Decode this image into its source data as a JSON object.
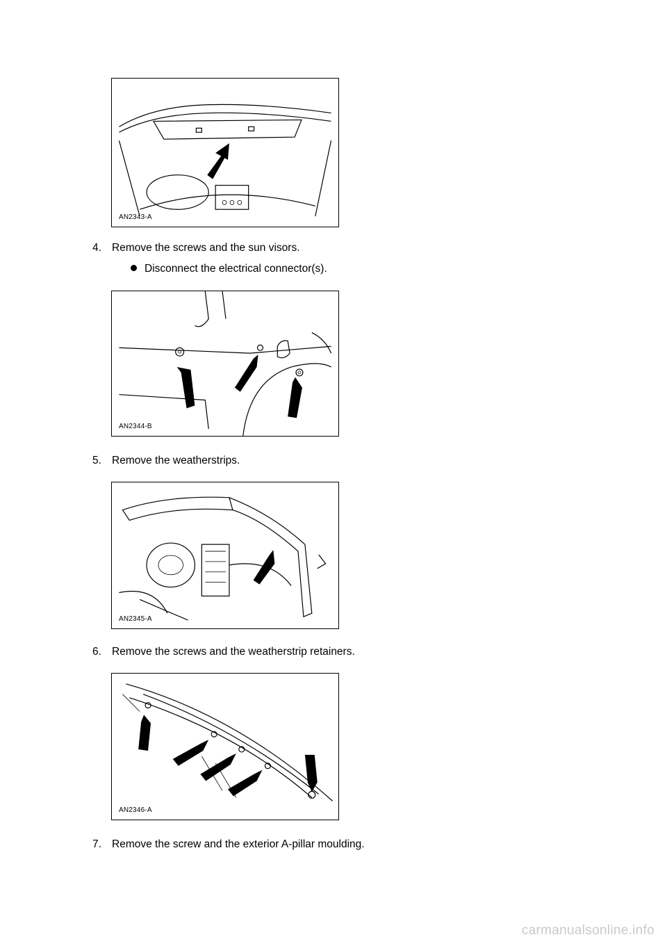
{
  "figures": [
    {
      "id": "fig1",
      "label": "AN2343-A"
    },
    {
      "id": "fig2",
      "label": "AN2344-B"
    },
    {
      "id": "fig3",
      "label": "AN2345-A"
    },
    {
      "id": "fig4",
      "label": "AN2346-A"
    }
  ],
  "steps": [
    {
      "number": "4.",
      "text": "Remove the screws and the sun visors.",
      "bullets": [
        "Disconnect the electrical connector(s)."
      ]
    },
    {
      "number": "5.",
      "text": "Remove the weatherstrips."
    },
    {
      "number": "6.",
      "text": "Remove the screws and the weatherstrip retainers."
    },
    {
      "number": "7.",
      "text": "Remove the screw and the exterior A-pillar moulding."
    }
  ],
  "watermark": "carmanualsonline.info"
}
